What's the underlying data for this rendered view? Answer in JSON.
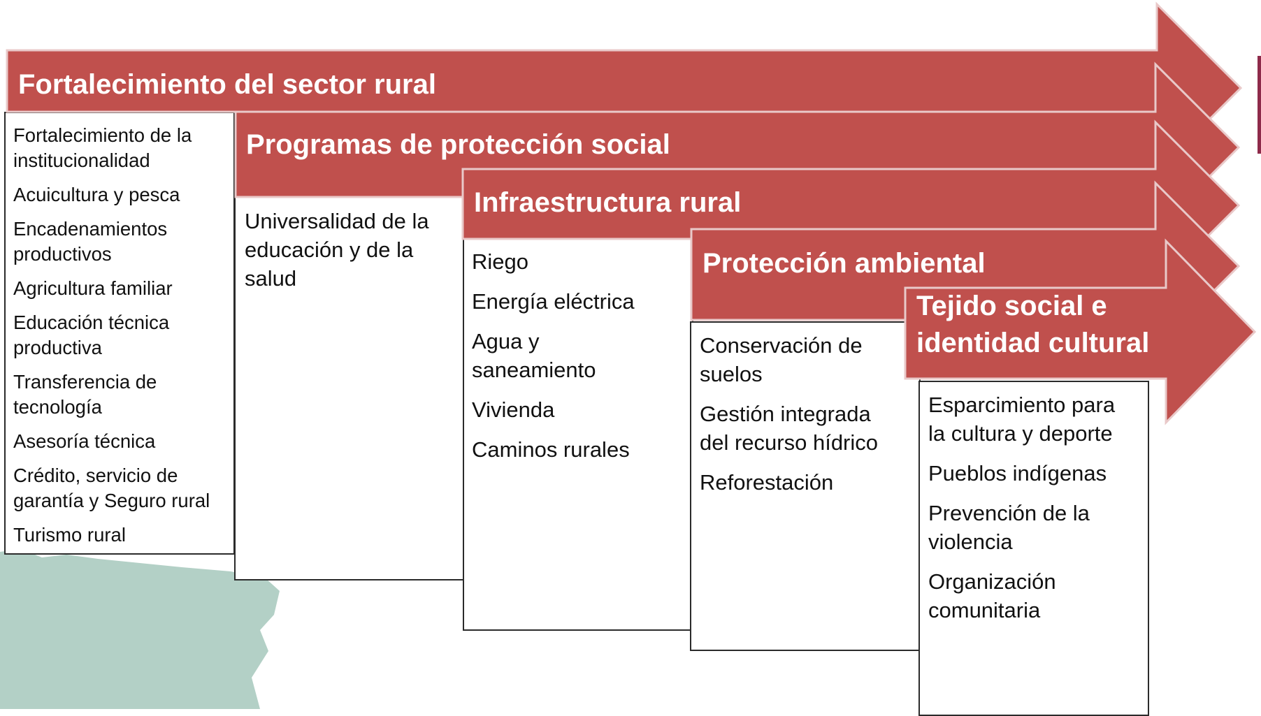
{
  "colors": {
    "arrow_fill": "#c0504d",
    "arrow_edge": "#e9c9c9",
    "map_fill": "#b3d0c6",
    "card_border": "#2b2b2b",
    "accent": "#8e2a4a"
  },
  "stages": [
    {
      "title": "Fortalecimiento del sector rural",
      "items": [
        "Fortalecimiento de la\ninstitucionalidad",
        "Acuicultura y pesca",
        "Encadenamientos\nproductivos",
        "Agricultura familiar",
        "Educación técnica\nproductiva",
        "Transferencia de\ntecnología",
        "Asesoría técnica",
        "Crédito, servicio de\ngarantía y Seguro rural",
        "Turismo rural"
      ]
    },
    {
      "title": "Programas de protección social",
      "items": [
        "Universalidad de la\neducación y de la\nsalud"
      ]
    },
    {
      "title": "Infraestructura rural",
      "items": [
        "Riego",
        "Energía eléctrica",
        " Agua y\nsaneamiento",
        "Vivienda",
        " Caminos rurales"
      ]
    },
    {
      "title": "Protección ambiental",
      "items": [
        "Conservación de\nsuelos",
        "Gestión integrada\ndel recurso hídrico",
        "Reforestación"
      ]
    },
    {
      "title": "Tejido social e\nidentidad cultural",
      "items": [
        "Esparcimiento para\nla cultura y deporte",
        "Pueblos indígenas",
        " Prevención de la\nviolencia",
        " Organización\ncomunitaria"
      ]
    }
  ]
}
